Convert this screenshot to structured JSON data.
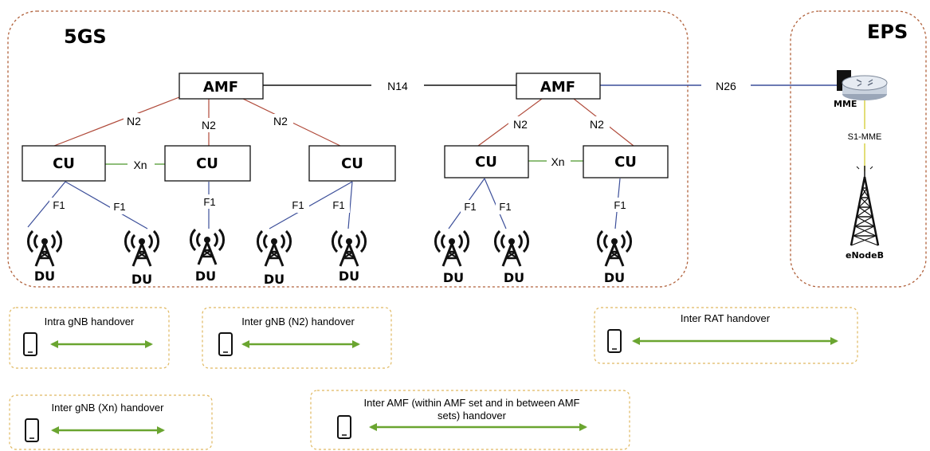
{
  "regions": {
    "5gs": "5GS",
    "eps": "EPS"
  },
  "nodes": {
    "amf_left": "AMF",
    "amf_right": "AMF",
    "cu1": "CU",
    "cu2": "CU",
    "cu3": "CU",
    "cu4": "CU",
    "cu5": "CU",
    "mme": "MME",
    "enodeb": "eNodeB",
    "du_label": "DU"
  },
  "interfaces": {
    "n14": "N14",
    "n26": "N26",
    "n2": "N2",
    "xn": "Xn",
    "f1": "F1",
    "s1_mme": "S1-MME"
  },
  "handovers": {
    "intra_gnb": "Intra gNB handover",
    "inter_gnb_n2": "Inter gNB (N2) handover",
    "inter_rat": "Inter RAT handover",
    "inter_gnb_xn": "Inter gNB (Xn) handover",
    "inter_amf_line1": "Inter AMF (within AMF set and in between AMF",
    "inter_amf_line2": "sets) handover"
  },
  "colors": {
    "red_link": "#b04a3a",
    "blue_link": "#3c4f9a",
    "green_link": "#6aa84f",
    "arrow_green": "#6aa530",
    "dash_region": "#b0603a",
    "dash_box": "#e0b860",
    "yellow_link": "#d8d24a"
  }
}
